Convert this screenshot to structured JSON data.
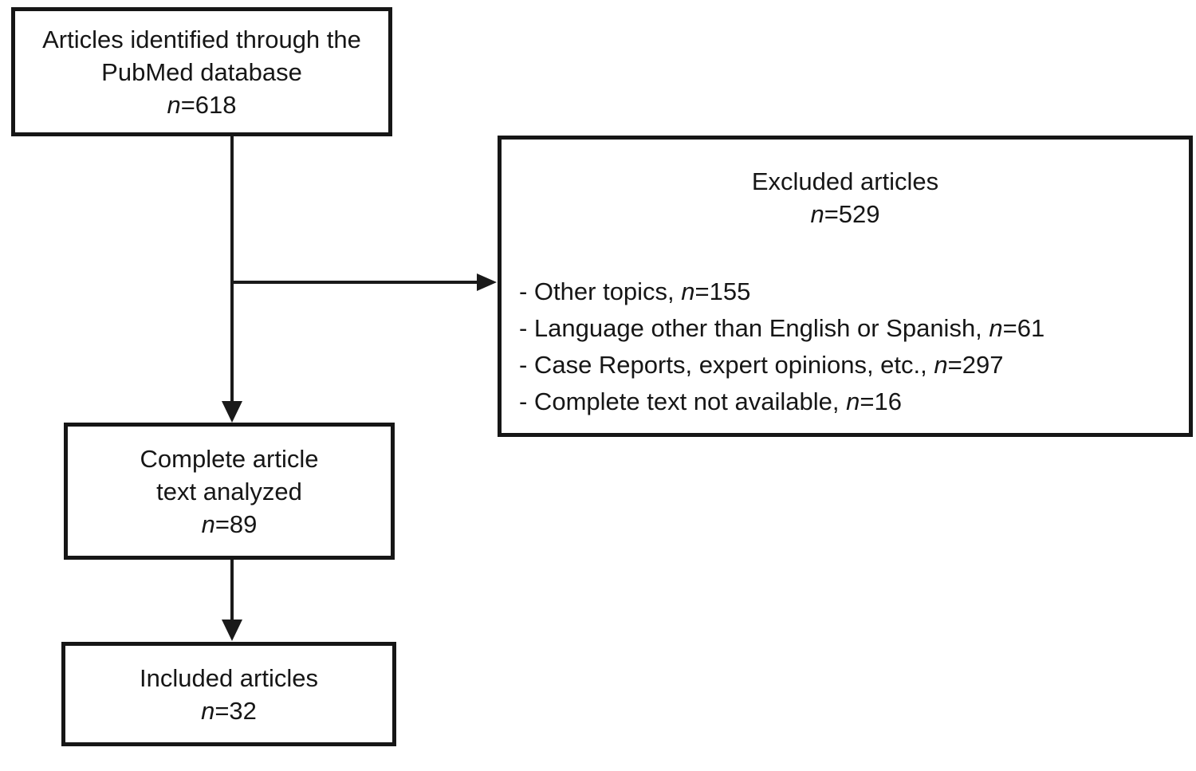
{
  "diagram": {
    "n_symbol": "n",
    "boxes": {
      "identified": {
        "line1": "Articles identified through the",
        "line2": "PubMed database",
        "n_eq": "=618"
      },
      "excluded": {
        "title": "Excluded articles",
        "n_eq": "=529",
        "items": [
          {
            "text": "- Other topics, ",
            "n_eq": "=155"
          },
          {
            "text": "- Language other than English or Spanish, ",
            "n_eq": "=61"
          },
          {
            "text": "- Case Reports, expert opinions, etc., ",
            "n_eq": "=297"
          },
          {
            "text": "- Complete text not available, ",
            "n_eq": "=16"
          }
        ]
      },
      "analyzed": {
        "line1": "Complete article",
        "line2": "text analyzed",
        "n_eq": "=89"
      },
      "included": {
        "line1": "Included articles",
        "n_eq": "=32"
      }
    },
    "colors": {
      "line": "#1a1a1a",
      "border": "#161616",
      "text": "#161616",
      "background": "#ffffff"
    }
  }
}
